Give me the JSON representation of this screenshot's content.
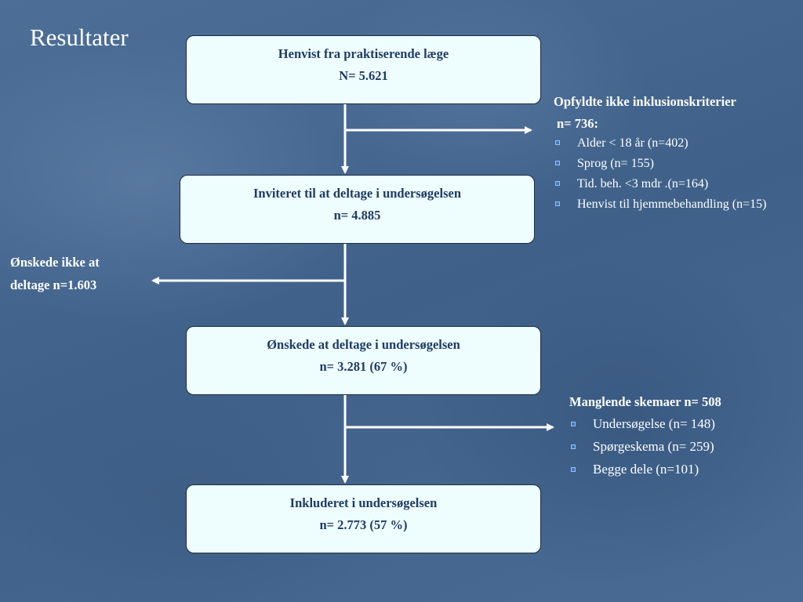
{
  "title": "Resultater",
  "boxes": [
    {
      "label": "Henvist fra praktiserende læge",
      "count": "N= 5.621"
    },
    {
      "label": "Inviteret til at deltage i undersøgelsen",
      "count": "n= 4.885"
    },
    {
      "label": "Ønskede at deltage i undersøgelsen",
      "count": "n= 3.281 (67 %)"
    },
    {
      "label": "Inkluderet i undersøgelsen",
      "count": "n= 2.773 (57 %)"
    }
  ],
  "exclusion": {
    "heading": "Opfyldte ikke inklusionskriterier",
    "count": "n= 736:",
    "items": [
      "Alder < 18 år (n=402)",
      "Sprog (n= 155)",
      "Tid. beh. <3 mdr .(n=164)",
      "Henvist til hjemmebehandling (n=15)"
    ]
  },
  "declined": {
    "line1": "Ønskede ikke at",
    "line2": "deltage n=1.603"
  },
  "missing": {
    "heading": "Manglende skemaer n= 508",
    "items": [
      "Undersøgelse (n= 148)",
      "Spørgeskema (n= 259)",
      "Begge dele (n=101)"
    ]
  },
  "colors": {
    "box_fill": "#eefeff",
    "box_text": "#1f3a64",
    "arrow": "#ffffff",
    "bullet": "#3a78c8"
  }
}
